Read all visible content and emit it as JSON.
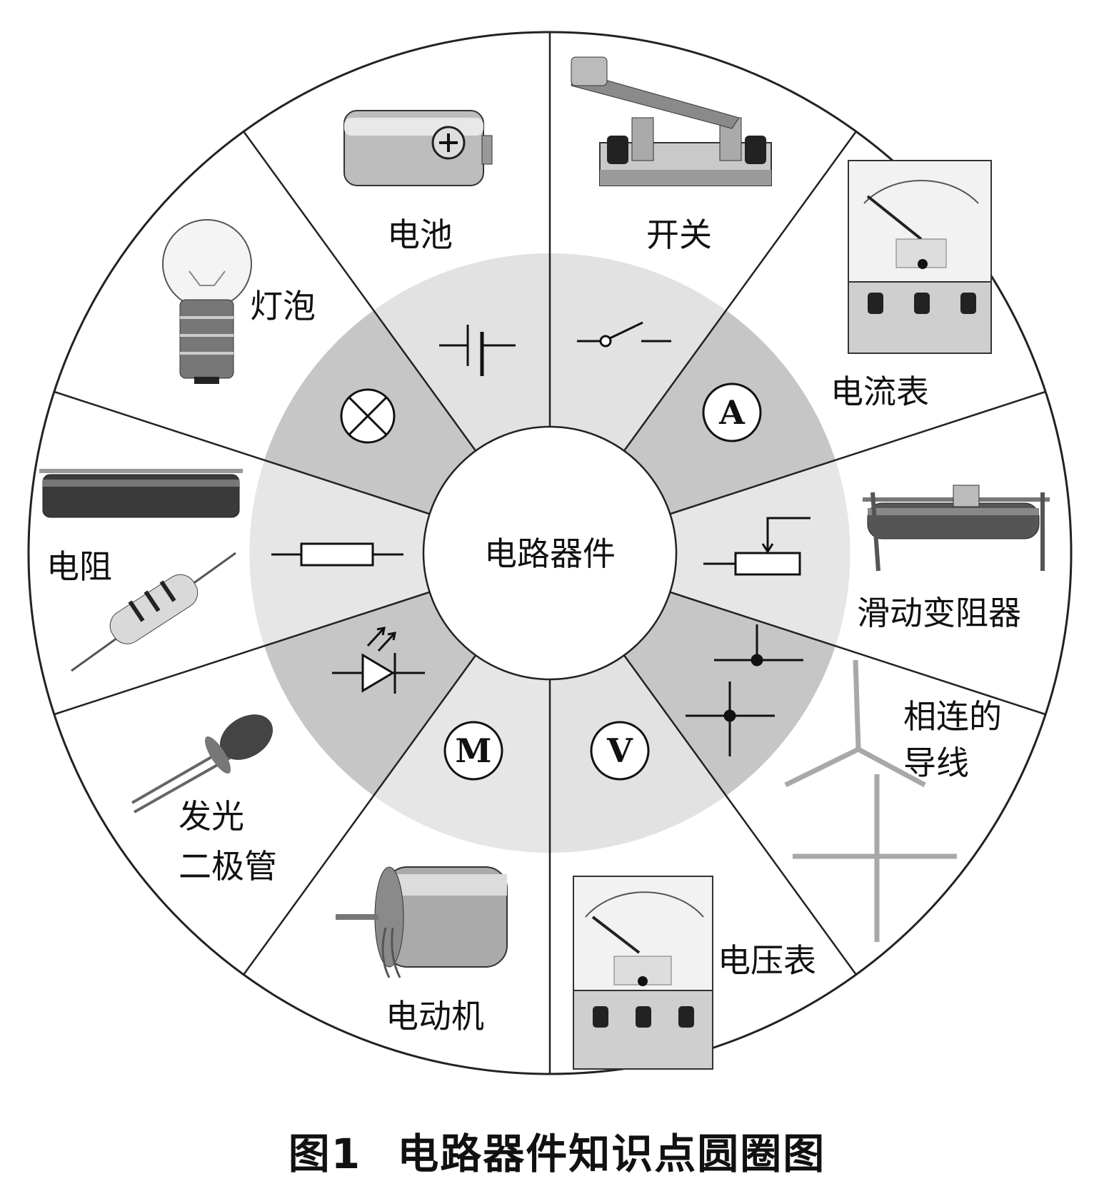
{
  "center_label": "电路器件",
  "components": [
    {
      "key": "battery",
      "label": "电池",
      "symbol": "battery-symbol"
    },
    {
      "key": "switch",
      "label": "开关",
      "symbol": "switch-symbol"
    },
    {
      "key": "ammeter",
      "label": "电流表",
      "symbol": "A"
    },
    {
      "key": "rheostat",
      "label": "滑动变阻器",
      "symbol": "rheostat-symbol"
    },
    {
      "key": "wire",
      "label_lines": [
        "相连的",
        "导线"
      ],
      "symbol": "junction-symbol"
    },
    {
      "key": "voltmeter",
      "label": "电压表",
      "symbol": "V"
    },
    {
      "key": "motor",
      "label": "电动机",
      "symbol": "M"
    },
    {
      "key": "led",
      "label_lines": [
        "发光",
        "二极管"
      ],
      "symbol": "led-symbol"
    },
    {
      "key": "resistor",
      "label": "电阻",
      "symbol": "resistor-symbol"
    },
    {
      "key": "bulb",
      "label": "灯泡",
      "symbol": "lamp-symbol"
    }
  ],
  "caption": {
    "fig": "图1",
    "title": "电路器件知识点圆圈图"
  },
  "colors": {
    "ring_gray": "#c8c8c8",
    "ring_light": "#e4e4e4",
    "line": "#222222",
    "panel": "#ffffff"
  }
}
